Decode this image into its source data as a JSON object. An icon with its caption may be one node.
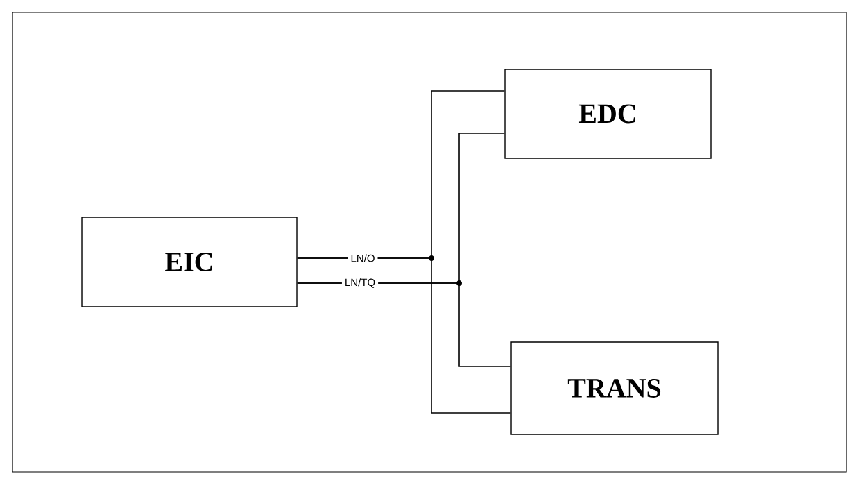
{
  "diagram": {
    "nodes": [
      {
        "text": [
          "EIC"
        ]
      },
      {
        "text": [
          "EDC"
        ]
      },
      {
        "text": [
          "TRANS"
        ]
      }
    ],
    "edges": [
      {
        "from": 0,
        "to": 1,
        "arrow": "none",
        "label": "LN/O"
      },
      {
        "from": 0,
        "to": 2,
        "arrow": "none"
      },
      {
        "from": 0,
        "to": 1,
        "arrow": "none",
        "label": "LN/TQ"
      },
      {
        "from": 0,
        "to": 2,
        "arrow": "none"
      }
    ]
  }
}
